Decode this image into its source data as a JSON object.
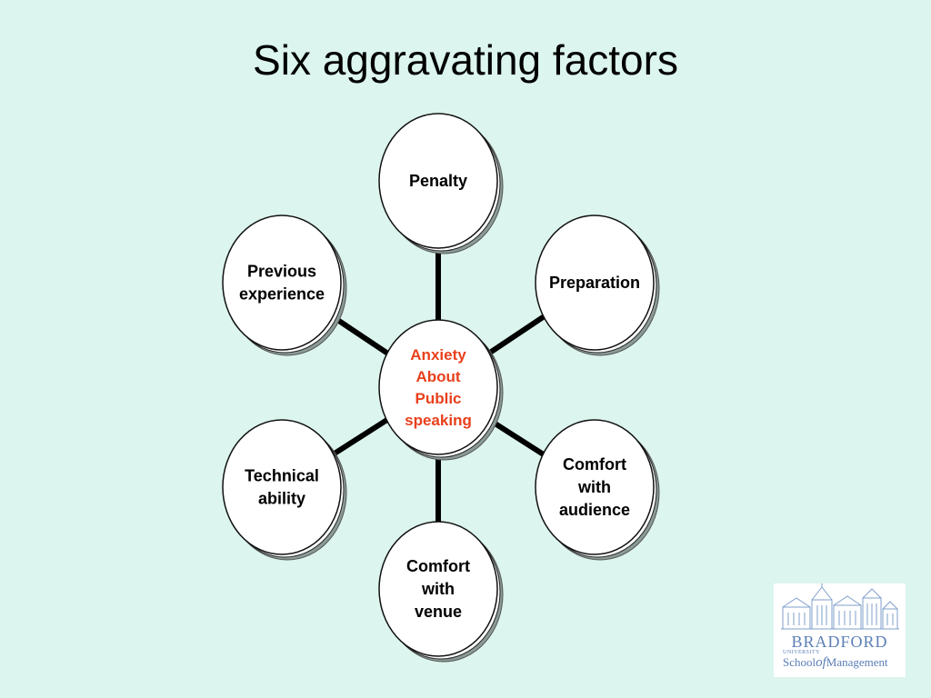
{
  "title": "Six aggravating factors",
  "center": {
    "lines": [
      "Anxiety",
      "About",
      "Public",
      "speaking"
    ],
    "color": "#e8401c"
  },
  "factors": [
    {
      "id": "penalty",
      "lines": [
        "Penalty"
      ]
    },
    {
      "id": "preparation",
      "lines": [
        "Preparation"
      ]
    },
    {
      "id": "comfort-audience",
      "lines": [
        "Comfort",
        "with",
        "audience"
      ]
    },
    {
      "id": "comfort-venue",
      "lines": [
        "Comfort",
        "with",
        "venue"
      ]
    },
    {
      "id": "technical-ability",
      "lines": [
        "Technical",
        "ability"
      ]
    },
    {
      "id": "previous-experience",
      "lines": [
        "Previous",
        "experience"
      ]
    }
  ],
  "logo": {
    "name": "BRADFORD",
    "sub": "UNIVERSITY",
    "school_pre": "School",
    "school_of": "of",
    "school_post": "Management",
    "color": "#5a7fb6"
  },
  "background": "#dcf5ee"
}
